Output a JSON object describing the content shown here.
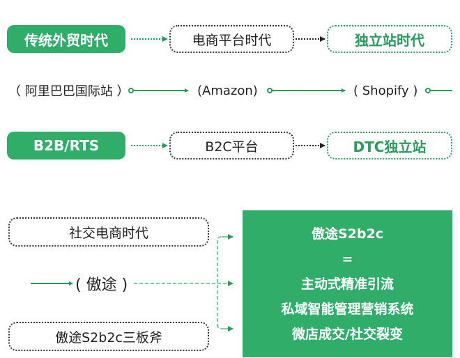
{
  "colors": {
    "primary_green": "#31ad6a",
    "dark_green": "#2a9b5b",
    "light_dash_green": "#7ccf96",
    "text": "#222222"
  },
  "row1": {
    "stage1": "传统外贸时代",
    "stage2": "电商平台时代",
    "stage3": "独立站时代"
  },
  "row2": {
    "platform1": "（ 阿里巴巴国际站 ）",
    "platform2": "(Amazon)",
    "platform3": "( Shopify )"
  },
  "row3": {
    "model1": "B2B/RTS",
    "model2": "B2C平台",
    "model3": "DTC独立站"
  },
  "bottom": {
    "social_era": "社交电商时代",
    "brand": "( 傲途 )",
    "three_axes": "傲途S2b2c三板斧",
    "result_box": {
      "title": "傲途S2b2c",
      "equals": "=",
      "lines": [
        "主动式精准引流",
        "私域智能管理营销系统",
        "微店成交/社交裂变"
      ]
    }
  }
}
